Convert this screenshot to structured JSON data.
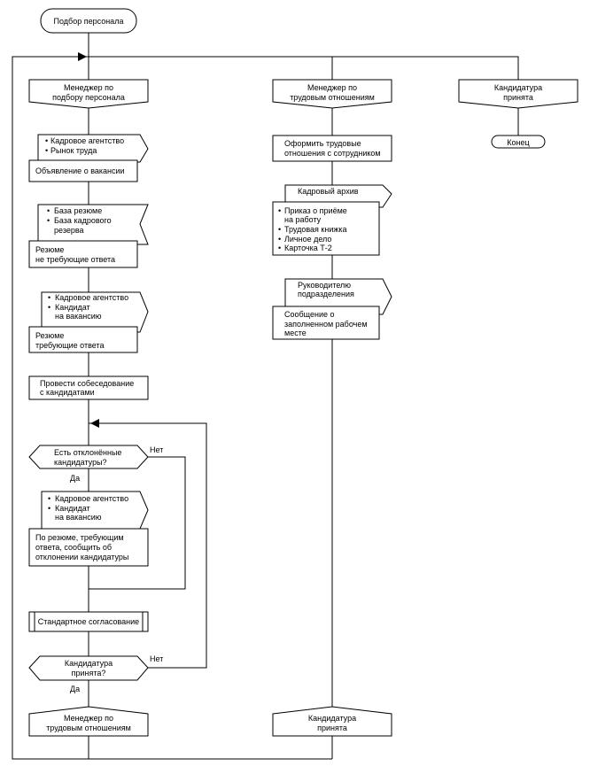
{
  "start": "Подбор персонала",
  "end": "Конец",
  "lanes": {
    "hr_manager": [
      "Менеджер по",
      "подбору персонала"
    ],
    "labor_manager": [
      "Менеджер по",
      "трудовым отношениям"
    ],
    "candidate_accepted": [
      "Кандидатура",
      "принята"
    ]
  },
  "sources": {
    "agency_market": [
      "Кадровое агентство",
      "Рынок труда"
    ],
    "resume_db": [
      "База резюме",
      "База кадрового",
      "резерва"
    ],
    "agency_candidate_1": [
      "Кадровое агентство",
      "Кандидат",
      "на вакансию"
    ],
    "agency_candidate_2": [
      "Кадровое агентство",
      "Кандидат",
      "на вакансию"
    ]
  },
  "outputs": {
    "vacancy_ad": "Объявление о вакансии",
    "resume_no_reply": [
      "Резюме",
      "не требующие ответа"
    ],
    "resume_need_reply": [
      "Резюме",
      "требующие ответа"
    ],
    "rejection_notice": [
      "По резюме, требующим",
      "ответа, сообщить об",
      "отклонении кандидатуры"
    ]
  },
  "steps": {
    "interview": [
      "Провести собеседование",
      "с кандидатами"
    ],
    "standard_approval": "Стандартное согласование",
    "formalize": [
      "Оформить трудовые",
      "отношения с сотрудником"
    ]
  },
  "decisions": {
    "rejected": [
      "Есть отклонённые",
      "кандидатуры?"
    ],
    "accepted": [
      "Кандидатура",
      "принята?"
    ]
  },
  "branch_labels": {
    "yes": "Да",
    "no": "Нет"
  },
  "archive": {
    "title": "Кадровый архив",
    "docs": [
      [
        "Приказ о приёме",
        "на работу"
      ],
      [
        "Трудовая книжка"
      ],
      [
        "Личное дело"
      ],
      [
        "Карточка Т-2"
      ]
    ]
  },
  "department": {
    "title": [
      "Руководителю",
      "подразделения"
    ],
    "message": [
      "Сообщение о",
      "заполненном рабочем",
      "месте"
    ]
  },
  "bottom": {
    "labor_manager": [
      "Менеджер по",
      "трудовым отношениям"
    ],
    "candidate_accepted": [
      "Кандидатура",
      "принята"
    ]
  }
}
